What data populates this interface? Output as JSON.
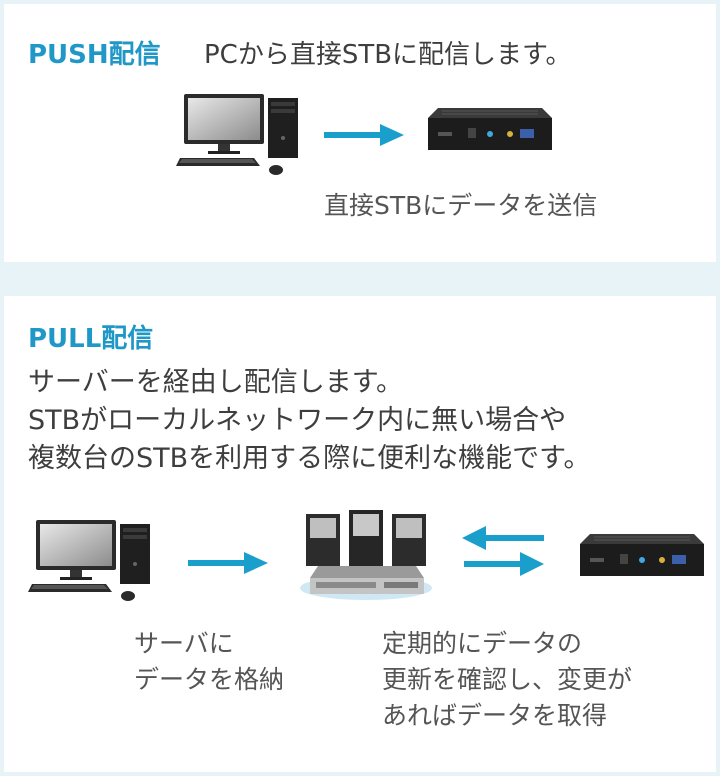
{
  "push": {
    "title": "PUSH配信",
    "subtitle": "PCから直接STBに配信します。",
    "caption": "直接STBにデータを送信"
  },
  "pull": {
    "title": "PULL配信",
    "description": [
      "サーバーを経由し配信します。",
      "STBがローカルネットワーク内に無い場合や",
      "複数台のSTBを利用する際に便利な機能です。"
    ],
    "caption_left": [
      "サーバに",
      "データを格納"
    ],
    "caption_right": [
      "定期的にデータの",
      "更新を確認し、変更が",
      "あればデータを取得"
    ]
  },
  "colors": {
    "accent": "#1f98c7",
    "arrow": "#1a9fcc",
    "background": "#e7f3f7"
  }
}
